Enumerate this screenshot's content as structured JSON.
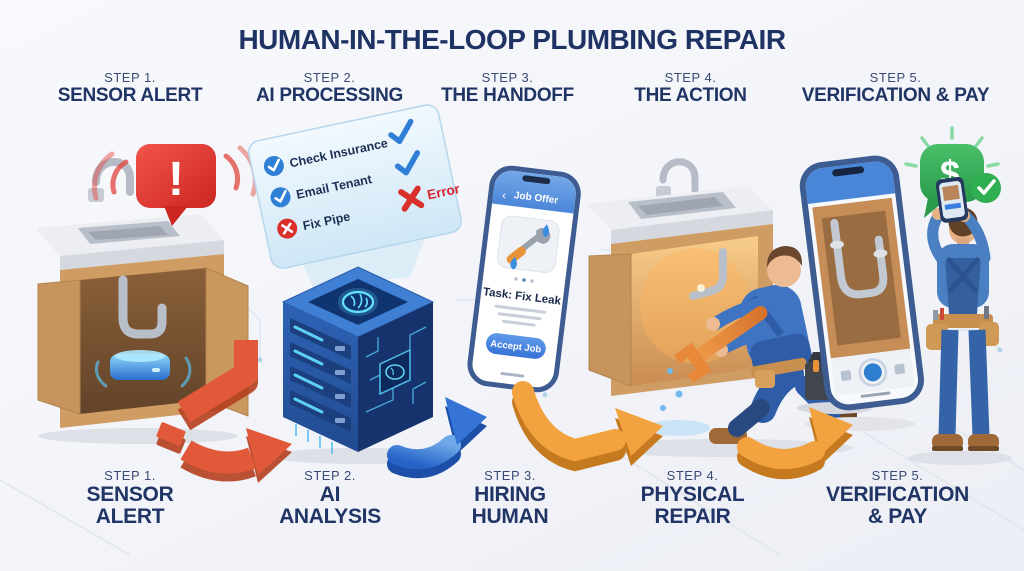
{
  "title": "HUMAN-IN-THE-LOOP PLUMBING REPAIR",
  "steps_top": [
    {
      "step": "STEP 1.",
      "label": "SENSOR ALERT"
    },
    {
      "step": "STEP 2.",
      "label": "AI PROCESSING"
    },
    {
      "step": "STEP 3.",
      "label": "THE HANDOFF"
    },
    {
      "step": "STEP 4.",
      "label": "THE ACTION"
    },
    {
      "step": "STEP 5.",
      "label": "VERIFICATION & PAY"
    }
  ],
  "steps_bottom": [
    {
      "step": "STEP 1.",
      "line1": "SENSOR",
      "line2": "ALERT"
    },
    {
      "step": "STEP 2.",
      "line1": "AI",
      "line2": "ANALYSIS"
    },
    {
      "step": "STEP 3.",
      "line1": "HIRING",
      "line2": "HUMAN"
    },
    {
      "step": "STEP 4.",
      "line1": "PHYSICAL",
      "line2": "REPAIR"
    },
    {
      "step": "STEP 5.",
      "line1": "VERIFICATION",
      "line2": "& PAY"
    }
  ],
  "ai_checklist": {
    "items": [
      {
        "label": "Check Insurance",
        "status": "check"
      },
      {
        "label": "Email Tenant",
        "status": "check"
      },
      {
        "label": "Fix Pipe",
        "status": "cross"
      }
    ],
    "error_label": "Error"
  },
  "job_phone": {
    "header": "Job Offer",
    "back_glyph": "‹",
    "task_title": "Task: Fix Leak",
    "accept_button": "Accept Job"
  },
  "alert_bubble": {
    "symbol": "!"
  },
  "pay_bubble": {
    "symbol": "$"
  },
  "colors": {
    "navy": "#1e3263",
    "alert_red": "#d92b24",
    "arrow_orange_red": "#e2593a",
    "arrow_amber": "#f2a23f",
    "arrow_blue": "#2f6fd0",
    "server_blue": "#2e63b5",
    "success_green": "#35b55a",
    "background": "#f4f5f9"
  }
}
